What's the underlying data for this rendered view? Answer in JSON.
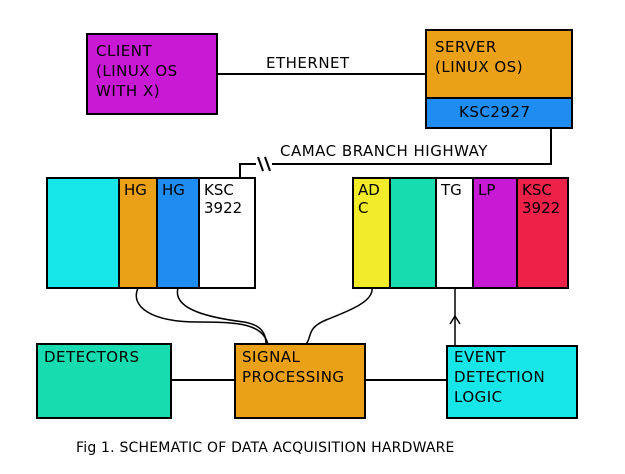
{
  "diagram": {
    "client": {
      "label": "CLIENT\n(LINUX OS\nWITH X)",
      "color": "#c81ad4"
    },
    "server": {
      "label": "SERVER\n(LINUX OS)",
      "color": "#eba117",
      "module": {
        "label": "KSC2927",
        "color": "#1e8cf0"
      }
    },
    "ethernet_label": "ETHERNET",
    "camac_label": "CAMAC BRANCH HIGHWAY",
    "left_crate": {
      "slots": [
        {
          "label": "",
          "color": "#17e6e8"
        },
        {
          "label": "HG",
          "color": "#eba117"
        },
        {
          "label": "HG",
          "color": "#1e8cf0"
        },
        {
          "label": "KSC\n3922",
          "color": "#ffffff"
        }
      ]
    },
    "right_crate": {
      "slots": [
        {
          "label": "AD\nC",
          "color": "#f2eb29"
        },
        {
          "label": "",
          "color": "#17dcb0"
        },
        {
          "label": "TG",
          "color": "#ffffff"
        },
        {
          "label": "LP",
          "color": "#c81ad4"
        },
        {
          "label": "KSC\n3922",
          "color": "#ee2148"
        }
      ]
    },
    "detectors": {
      "label": "DETECTORS",
      "color": "#17dcb0"
    },
    "signal_processing": {
      "label": "SIGNAL\nPROCESSING",
      "color": "#eba117"
    },
    "event_detection": {
      "label": "EVENT\nDETECTION\nLOGIC",
      "color": "#17e6e8"
    },
    "caption": "Fig 1. SCHEMATIC OF DATA ACQUISITION HARDWARE"
  }
}
